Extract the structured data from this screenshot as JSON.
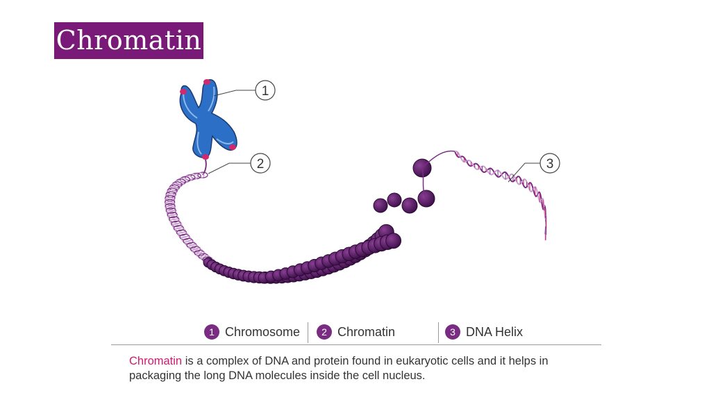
{
  "title": "Chromatin",
  "callouts": [
    "1",
    "2",
    "3"
  ],
  "legend": [
    {
      "number": "1",
      "label": "Chromosome"
    },
    {
      "number": "2",
      "label": "Chromatin"
    },
    {
      "number": "3",
      "label": "DNA Helix"
    }
  ],
  "caption": {
    "term": "Chromatin",
    "text": " is a complex of DNA and protein found in eukaryotic cells and it helps in packaging the long DNA molecules inside the cell nucleus."
  },
  "colors": {
    "title_bg": "#7a1a78",
    "chromosome": "#2c6fc6",
    "telomere": "#d2286e",
    "nucleosome": "#54185e",
    "strand": "#7a2c82",
    "coil": "#c9a0cf",
    "term": "#d21a6e"
  }
}
